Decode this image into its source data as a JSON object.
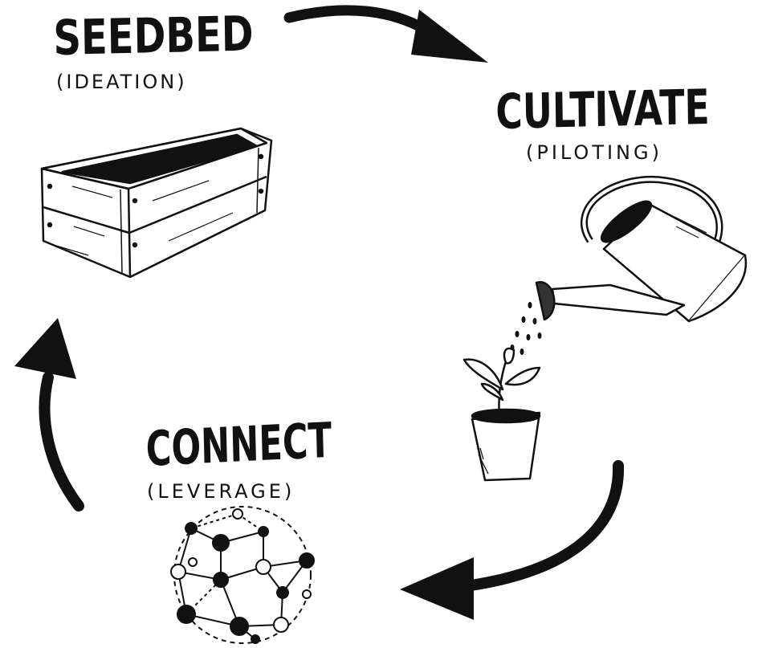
{
  "stages": [
    {
      "title": "SEEDBED",
      "subtitle": "(IDEATION)",
      "icon": "raised-garden-bed-icon"
    },
    {
      "title": "CULTIVATE",
      "subtitle": "(PILOTING)",
      "icon": "watering-can-icon"
    },
    {
      "title": "CONNECT",
      "subtitle": "(LEVERAGE)",
      "icon": "network-sphere-icon"
    }
  ],
  "colors": {
    "ink": "#111111",
    "background": "#ffffff"
  }
}
